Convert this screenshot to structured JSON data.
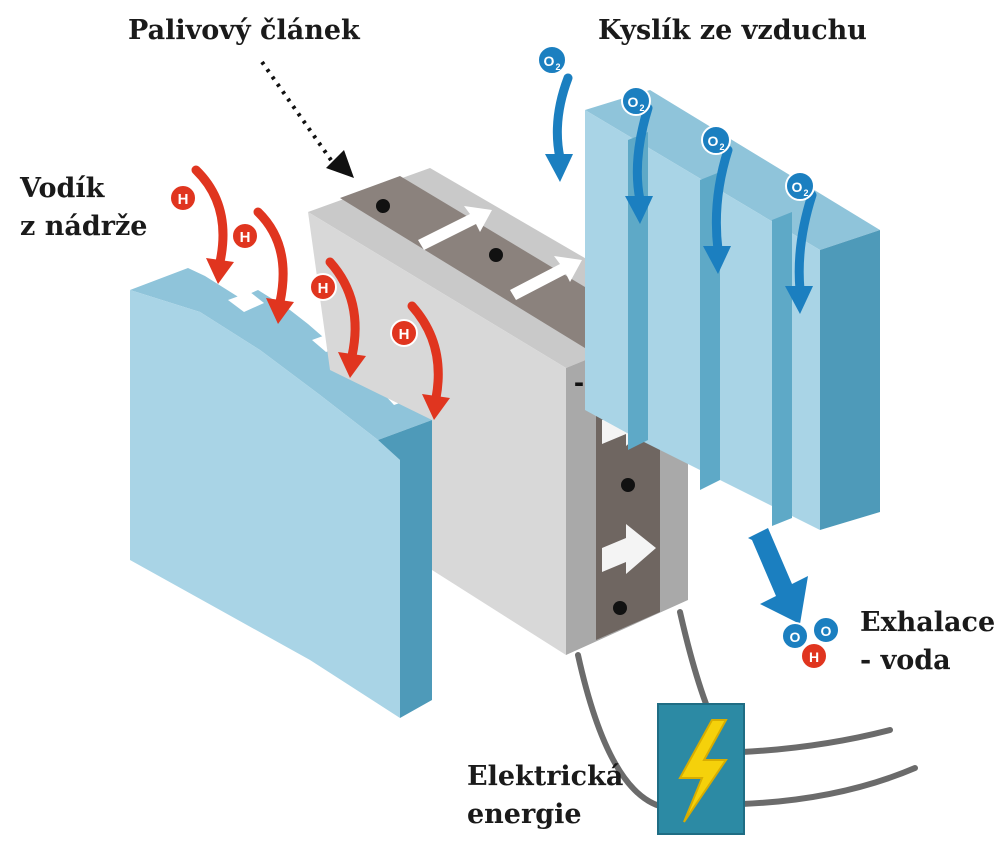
{
  "labels": {
    "fuel_cell": "Palivový článek",
    "oxygen": "Kyslík ze vzduchu",
    "hydrogen_line1": "Vodík",
    "hydrogen_line2": "z nádrže",
    "exhaust_line1": "Exhalace",
    "exhaust_line2": "- voda",
    "power_line1": "Elektrická",
    "power_line2": "energie"
  },
  "cell_terminals": {
    "negative": "-",
    "positive": "+"
  },
  "molecules": {
    "hydrogen": "H",
    "oxygen": "O",
    "oxygen_subscript": "2"
  },
  "colors": {
    "plate_light": "#8fc4da",
    "plate_face": "#a9d4e6",
    "plate_dark": "#4e9ab9",
    "cell_light": "#c9c9c9",
    "cell_mid": "#9d9d9d",
    "electrolyte": "#7a706b",
    "hydrogen_arrow": "#e0351f",
    "oxygen_arrow": "#1b7fc0",
    "power_box": "#2c8aa4",
    "bolt": "#f5d10b"
  }
}
